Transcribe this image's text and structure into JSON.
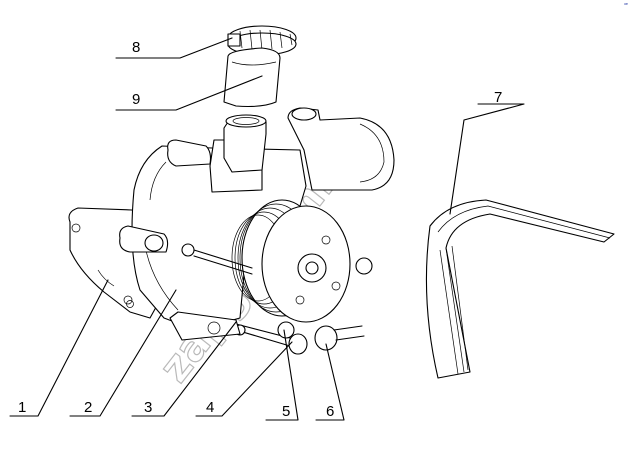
{
  "corner_mark": "ꟹ",
  "watermark": "zapgazam.ru",
  "callouts": [
    {
      "id": "1",
      "label": "1"
    },
    {
      "id": "2",
      "label": "2"
    },
    {
      "id": "3",
      "label": "3"
    },
    {
      "id": "4",
      "label": "4"
    },
    {
      "id": "5",
      "label": "5"
    },
    {
      "id": "6",
      "label": "6"
    },
    {
      "id": "7",
      "label": "7"
    },
    {
      "id": "8",
      "label": "8"
    },
    {
      "id": "9",
      "label": "9"
    }
  ]
}
